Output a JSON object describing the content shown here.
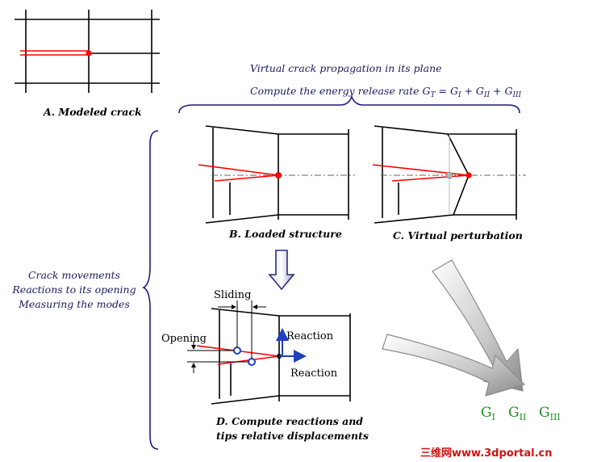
{
  "panels": {
    "a_caption": "A. Modeled crack",
    "b_caption": "B. Loaded structure",
    "c_caption": "C. Virtual perturbation",
    "d_caption_line1": "D. Compute reactions and",
    "d_caption_line2": "tips relative displacements"
  },
  "top_note": {
    "line1": "Virtual crack propagation in its plane",
    "line2_prefix": "Compute the energy release rate G",
    "line2_sub": "T",
    "line2_rest": " = G",
    "g1_sub": "I",
    "plus1": " + G",
    "g2_sub": "II",
    "plus2": " + G",
    "g3_sub": "III"
  },
  "left_note": {
    "line1": "Crack movements",
    "line2": "Reactions to its opening",
    "line3": "Measuring the modes"
  },
  "labels": {
    "sliding": "Sliding",
    "opening": "Opening",
    "reaction_up": "Reaction",
    "reaction_right": "Reaction"
  },
  "modes": {
    "g": "G",
    "i": "I",
    "ii": "II",
    "iii": "III"
  },
  "watermark": "三维网www.3dportal.cn",
  "colors": {
    "crack": "#ff0000",
    "arrow_blue": "#1f3fbf",
    "mode_green": "#1b8f1b",
    "note_navy": "#1a1a60"
  }
}
